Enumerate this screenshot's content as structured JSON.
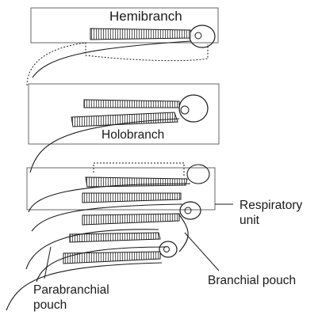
{
  "labels": {
    "hemibranch": "Hemibranch",
    "holobranch": "Holobranch",
    "respiratory_unit_line1": "Respiratory",
    "respiratory_unit_line2": "unit",
    "branchial_pouch": "Branchial pouch",
    "parabranchial_pouch_line1": "Parabranchial",
    "parabranchial_pouch_line2": "pouch"
  },
  "colors": {
    "stroke": "#1a1a1a",
    "frame": "#555555",
    "filament_fill": "#eeeeee"
  }
}
